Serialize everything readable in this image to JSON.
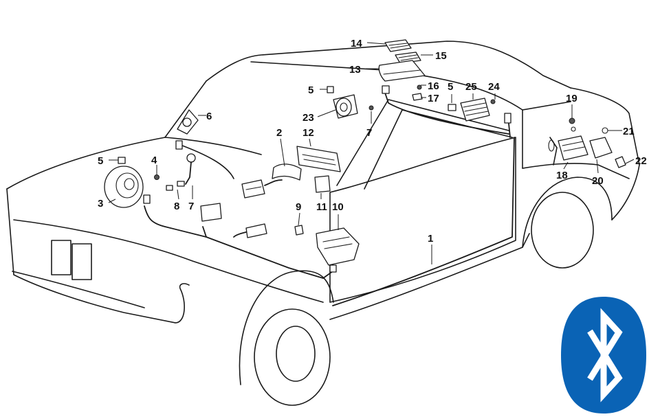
{
  "callouts": [
    {
      "id": "c14",
      "label": "14"
    },
    {
      "id": "c15",
      "label": "15"
    },
    {
      "id": "c13",
      "label": "13"
    },
    {
      "id": "c16",
      "label": "16"
    },
    {
      "id": "c17",
      "label": "17"
    },
    {
      "id": "c5a",
      "label": "5"
    },
    {
      "id": "c25",
      "label": "25"
    },
    {
      "id": "c24",
      "label": "24"
    },
    {
      "id": "c5b",
      "label": "5"
    },
    {
      "id": "c6",
      "label": "6"
    },
    {
      "id": "c23",
      "label": "23"
    },
    {
      "id": "c7a",
      "label": "7"
    },
    {
      "id": "c19",
      "label": "19"
    },
    {
      "id": "c21",
      "label": "21"
    },
    {
      "id": "c2",
      "label": "2"
    },
    {
      "id": "c12",
      "label": "12"
    },
    {
      "id": "c5c",
      "label": "5"
    },
    {
      "id": "c4",
      "label": "4"
    },
    {
      "id": "c22",
      "label": "22"
    },
    {
      "id": "c18",
      "label": "18"
    },
    {
      "id": "c20",
      "label": "20"
    },
    {
      "id": "c3",
      "label": "3"
    },
    {
      "id": "c8",
      "label": "8"
    },
    {
      "id": "c7b",
      "label": "7"
    },
    {
      "id": "c9",
      "label": "9"
    },
    {
      "id": "c11",
      "label": "11"
    },
    {
      "id": "c10",
      "label": "10"
    },
    {
      "id": "c1",
      "label": "1"
    }
  ],
  "logo": {
    "name": "bluetooth-logo",
    "color": "#0a63b5"
  }
}
